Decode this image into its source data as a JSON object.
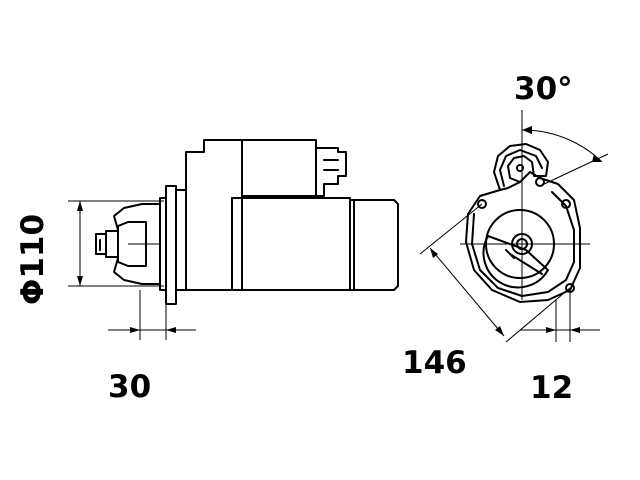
{
  "dimensions": {
    "diameter": "Φ110",
    "flange_offset": "30",
    "bolt_circle": "146",
    "hole_offset": "12",
    "angle": "30°"
  }
}
